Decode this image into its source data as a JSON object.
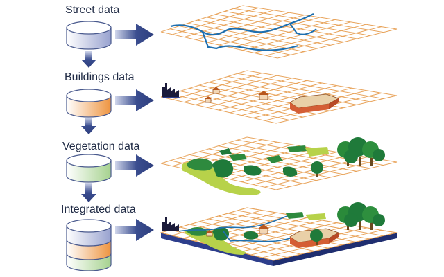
{
  "layers": [
    {
      "label": "Street data"
    },
    {
      "label": "Buildings data"
    },
    {
      "label": "Vegetation data"
    },
    {
      "label": "Integrated data"
    }
  ],
  "colors": {
    "grid": "#e8a35a",
    "street": "#1d6fb0",
    "base": "#2d3e8c",
    "arrow": "#3a4d8f",
    "cyl_top": "#ffffff",
    "cyl_blue": "#aeb6d8",
    "cyl_orange": "#f0a35a",
    "cyl_green": "#b9dca7",
    "veg_dark": "#1f7a3a",
    "veg_light": "#b7d24a"
  },
  "icons": [
    "database-cylinder-icon",
    "arrow-right-icon",
    "arrow-down-icon",
    "factory-icon",
    "house-icon",
    "tree-icon"
  ]
}
